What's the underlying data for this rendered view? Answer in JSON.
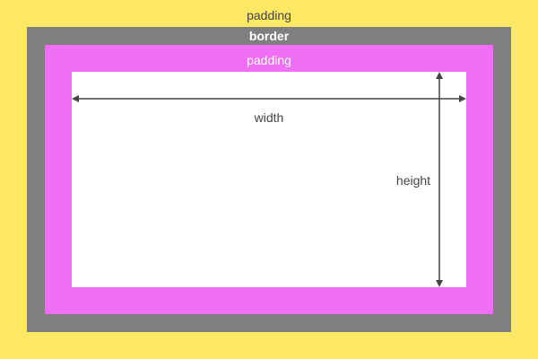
{
  "labels": {
    "outer_padding": "padding",
    "border": "border",
    "inner_padding": "padding",
    "width": "width",
    "height": "height"
  },
  "colors": {
    "outer_padding": "#FFE864",
    "border": "#7F7F7F",
    "inner_padding": "#F06EF6",
    "content": "#FFFFFF",
    "dark_text": "#444444",
    "light_text": "#FFFFFF",
    "arrow": "#444444"
  }
}
